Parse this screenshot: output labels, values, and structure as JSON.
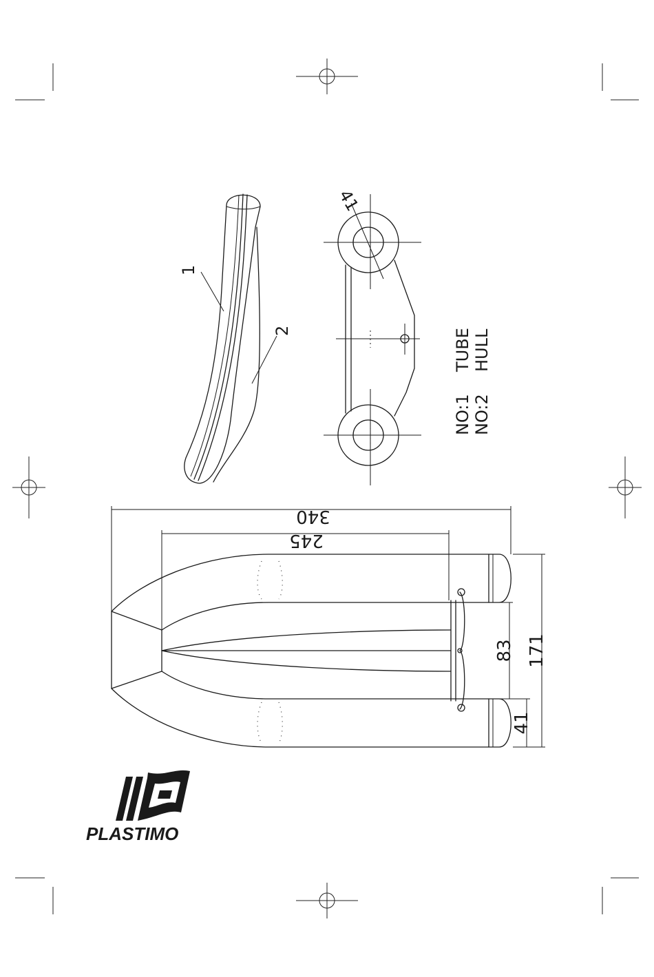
{
  "legend": {
    "item1_no": "NO:1",
    "item1_name": "TUBE",
    "item2_no": "NO:2",
    "item2_name": "HULL"
  },
  "callouts": {
    "tube": "1",
    "hull": "2",
    "tube_diameter": "41"
  },
  "dimensions": {
    "overall_length": "340",
    "inner_length": "245",
    "overall_width": "171",
    "inner_width": "83",
    "tube_diameter": "41"
  },
  "brand": {
    "name": "PLASTIMO"
  },
  "colors": {
    "ink": "#1a1a1a",
    "paper": "#ffffff"
  }
}
